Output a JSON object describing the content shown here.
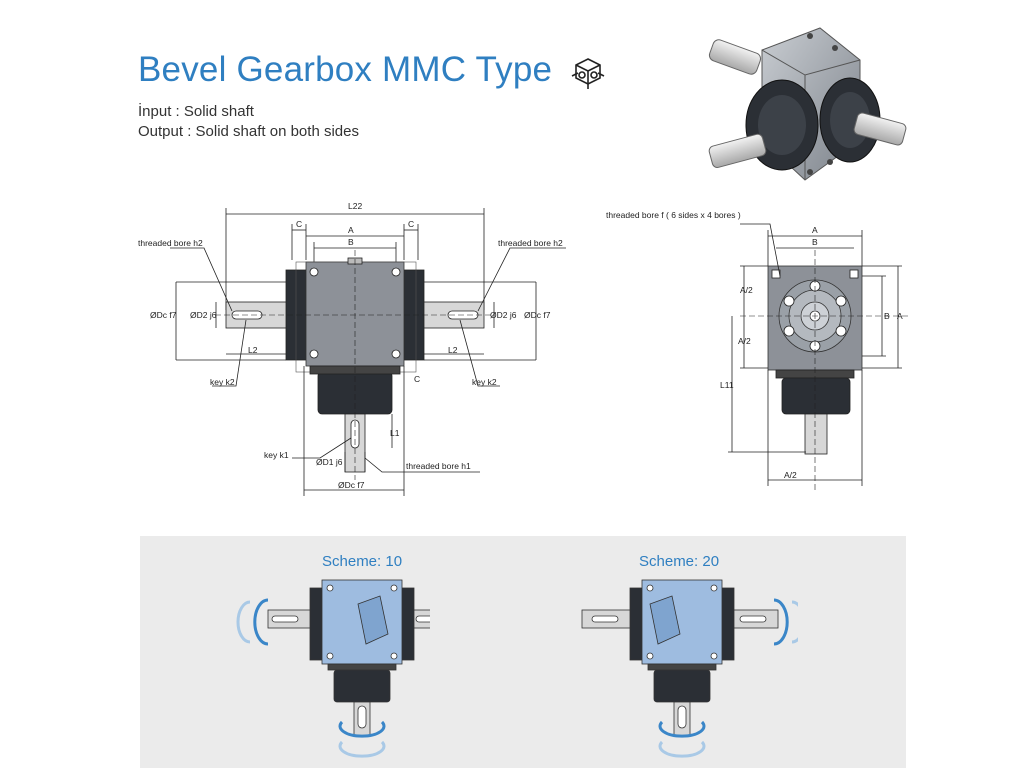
{
  "header": {
    "title": "Bevel Gearbox MMC Type",
    "input_line": "İnput : Solid shaft",
    "output_line": "Output : Solid shaft on both sides",
    "title_icon": "gearbox-icon"
  },
  "front_view": {
    "L22": "L22",
    "C_left": "C",
    "C_right": "C",
    "C_bottom": "C",
    "A": "A",
    "B": "B",
    "threaded_bore_h2_left": "threaded bore h2",
    "threaded_bore_h2_right": "threaded bore h2",
    "Dc_left": "ØDc f7",
    "D2_left": "ØD2 j6",
    "D2_right": "ØD2 j6",
    "Dc_right": "ØDc f7",
    "L2_left": "L2",
    "L2_right": "L2",
    "key_k2_left": "key k2",
    "key_k2_right": "key k2",
    "L1": "L1",
    "key_k1": "key k1",
    "D1": "ØD1 j6",
    "threaded_bore_h1": "threaded bore h1",
    "Dc_bottom": "ØDc f7"
  },
  "side_view": {
    "threaded_bore_f": "threaded bore f ( 6 sides x 4 bores )",
    "A": "A",
    "B": "B",
    "A_half_1": "A/2",
    "A_half_2": "A/2",
    "A_half_bottom": "A/2",
    "B_right": "B",
    "A_right": "A",
    "L11": "L11"
  },
  "schemes": [
    {
      "label": "Scheme: 10"
    },
    {
      "label": "Scheme: 20"
    }
  ],
  "colors": {
    "title_blue": "#2f7fc1",
    "housing_blue": "#9ebce0",
    "arrow_blue": "#3a86c8",
    "arrow_light": "#a9c9e6",
    "panel_gray": "#ebebeb"
  }
}
